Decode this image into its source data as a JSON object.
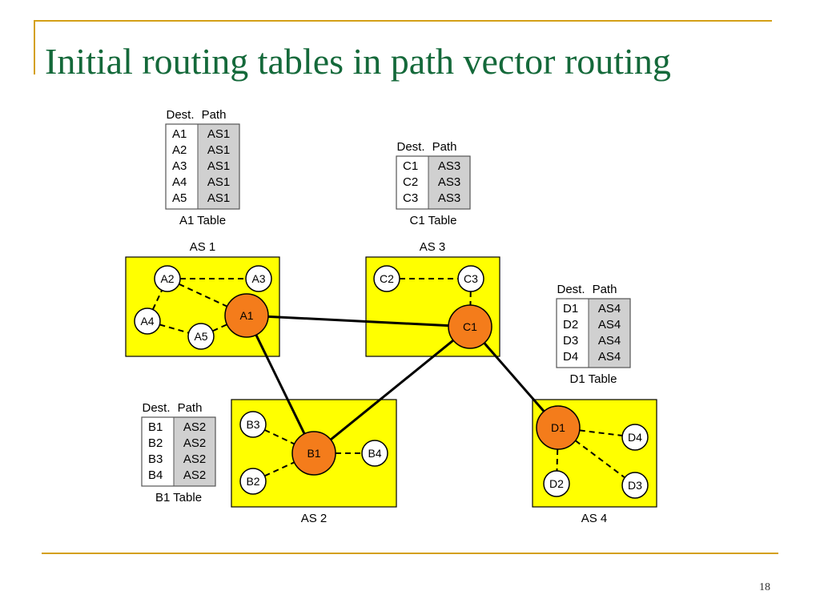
{
  "slide": {
    "title": "Initial routing tables in path vector routing",
    "page_number": "18"
  },
  "diagram": {
    "autonomous_systems": [
      {
        "id": "as1",
        "label": "AS 1"
      },
      {
        "id": "as2",
        "label": "AS 2"
      },
      {
        "id": "as3",
        "label": "AS 3"
      },
      {
        "id": "as4",
        "label": "AS 4"
      }
    ],
    "routers": [
      {
        "id": "A1",
        "label": "A1",
        "border": true
      },
      {
        "id": "A2",
        "label": "A2",
        "border": false
      },
      {
        "id": "A3",
        "label": "A3",
        "border": false
      },
      {
        "id": "A4",
        "label": "A4",
        "border": false
      },
      {
        "id": "A5",
        "label": "A5",
        "border": false
      },
      {
        "id": "B1",
        "label": "B1",
        "border": true
      },
      {
        "id": "B2",
        "label": "B2",
        "border": false
      },
      {
        "id": "B3",
        "label": "B3",
        "border": false
      },
      {
        "id": "B4",
        "label": "B4",
        "border": false
      },
      {
        "id": "C1",
        "label": "C1",
        "border": true
      },
      {
        "id": "C2",
        "label": "C2",
        "border": false
      },
      {
        "id": "C3",
        "label": "C3",
        "border": false
      },
      {
        "id": "D1",
        "label": "D1",
        "border": true
      },
      {
        "id": "D2",
        "label": "D2",
        "border": false
      },
      {
        "id": "D3",
        "label": "D3",
        "border": false
      },
      {
        "id": "D4",
        "label": "D4",
        "border": false
      }
    ],
    "inter_as_links": [
      [
        "A1",
        "C1"
      ],
      [
        "A1",
        "B1"
      ],
      [
        "B1",
        "C1"
      ],
      [
        "C1",
        "D1"
      ]
    ],
    "intra_as_links": [
      [
        "A2",
        "A3"
      ],
      [
        "A2",
        "A1"
      ],
      [
        "A4",
        "A2"
      ],
      [
        "A4",
        "A5"
      ],
      [
        "A5",
        "A1"
      ],
      [
        "C2",
        "C3"
      ],
      [
        "C3",
        "C1"
      ],
      [
        "B3",
        "B1"
      ],
      [
        "B2",
        "B1"
      ],
      [
        "B1",
        "B4"
      ],
      [
        "D1",
        "D4"
      ],
      [
        "D1",
        "D3"
      ],
      [
        "D1",
        "D2"
      ]
    ],
    "tables": [
      {
        "id": "t-a1",
        "caption": "A1 Table",
        "header_dest": "Dest.",
        "header_path": "Path",
        "rows": [
          [
            "A1",
            "AS1"
          ],
          [
            "A2",
            "AS1"
          ],
          [
            "A3",
            "AS1"
          ],
          [
            "A4",
            "AS1"
          ],
          [
            "A5",
            "AS1"
          ]
        ]
      },
      {
        "id": "t-c1",
        "caption": "C1 Table",
        "header_dest": "Dest.",
        "header_path": "Path",
        "rows": [
          [
            "C1",
            "AS3"
          ],
          [
            "C2",
            "AS3"
          ],
          [
            "C3",
            "AS3"
          ]
        ]
      },
      {
        "id": "t-d1",
        "caption": "D1 Table",
        "header_dest": "Dest.",
        "header_path": "Path",
        "rows": [
          [
            "D1",
            "AS4"
          ],
          [
            "D2",
            "AS4"
          ],
          [
            "D3",
            "AS4"
          ],
          [
            "D4",
            "AS4"
          ]
        ]
      },
      {
        "id": "t-b1",
        "caption": "B1 Table",
        "header_dest": "Dest.",
        "header_path": "Path",
        "rows": [
          [
            "B1",
            "AS2"
          ],
          [
            "B2",
            "AS2"
          ],
          [
            "B3",
            "AS2"
          ],
          [
            "B4",
            "AS2"
          ]
        ]
      }
    ]
  },
  "colors": {
    "title": "#14693a",
    "accent_rule": "#d4a017",
    "as_region": "#ffff00",
    "border_router": "#f47c1b",
    "interior_router": "#ffffff",
    "path_column": "#d0d0d0"
  }
}
